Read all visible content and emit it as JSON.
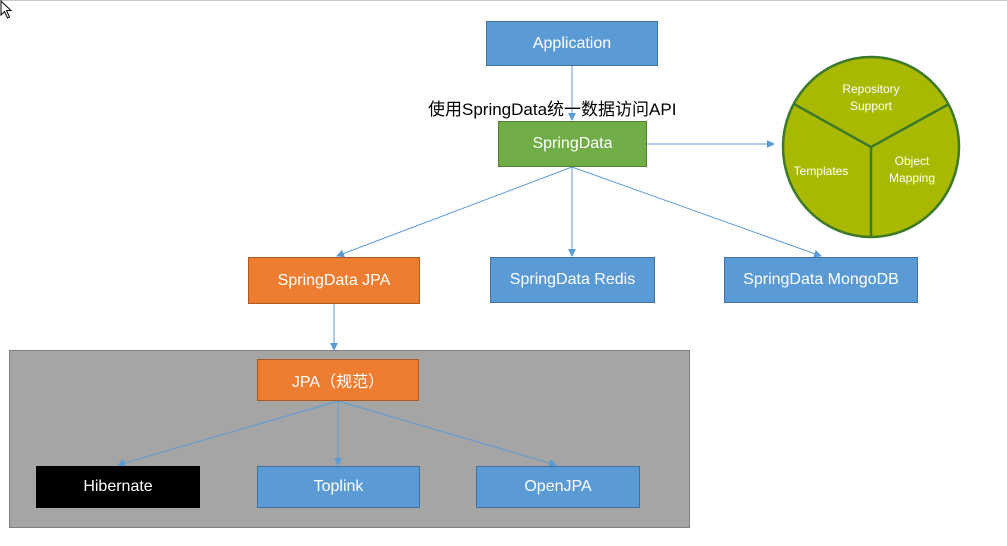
{
  "application": "Application",
  "caption": "使用SpringData统一数据访问API",
  "springdata": "SpringData",
  "modules": {
    "jpa": "SpringData JPA",
    "redis": "SpringData Redis",
    "mongodb": "SpringData MongoDB"
  },
  "jpa_spec": "JPA（规范）",
  "implementations": {
    "hibernate": "Hibernate",
    "toplink": "Toplink",
    "openjpa": "OpenJPA"
  },
  "features": {
    "repository_line1": "Repository",
    "repository_line2": "Support",
    "templates": "Templates",
    "mapping_line1": "Object",
    "mapping_line2": "Mapping"
  },
  "colors": {
    "blue": "#5b9bd5",
    "green": "#70ad47",
    "orange": "#ed7d31",
    "olive": "#a9b900",
    "panel_gray": "#a5a5a5",
    "arrow": "#5b9bd5"
  }
}
